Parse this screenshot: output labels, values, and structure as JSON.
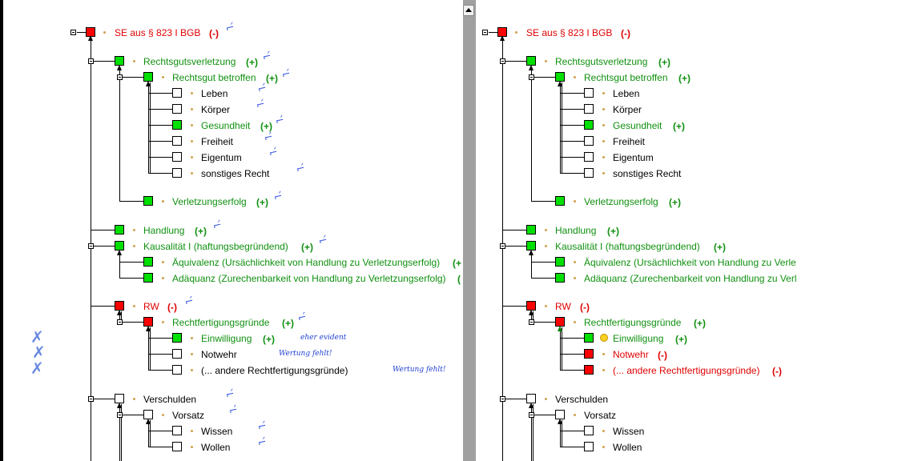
{
  "tree_left": {
    "root": {
      "label": "SE aus § 823 I BGB",
      "mark": "(-)"
    },
    "rechtsgutsverletzung": {
      "label": "Rechtsgutsverletzung",
      "mark": "(+)"
    },
    "rechtsgut_betroffen": {
      "label": "Rechtsgut betroffen",
      "mark": "(+)"
    },
    "leben": {
      "label": "Leben"
    },
    "koerper": {
      "label": "Körper"
    },
    "gesundheit": {
      "label": "Gesundheit",
      "mark": "(+)"
    },
    "freiheit": {
      "label": "Freiheit"
    },
    "eigentum": {
      "label": "Eigentum"
    },
    "sonstiges": {
      "label": "sonstiges Recht"
    },
    "verletzungserfolg": {
      "label": "Verletzungserfolg",
      "mark": "(+)"
    },
    "handlung": {
      "label": "Handlung",
      "mark": "(+)"
    },
    "kausalitaet": {
      "label": "Kausalität I (haftungsbegründend)",
      "mark": "(+)"
    },
    "aequivalenz": {
      "label": "Äquivalenz (Ursächlichkeit von Handlung zu Verletzungserfolg)",
      "mark": "(+"
    },
    "adaequanz": {
      "label": "Adäquanz (Zurechenbarkeit von Handlung zu Verletzungserfolg)",
      "mark": "("
    },
    "rw": {
      "label": "RW",
      "mark": "(-)"
    },
    "rechtfertigungsgruende": {
      "label": "Rechtfertigungsgründe",
      "mark": "(+)"
    },
    "einwilligung": {
      "label": "Einwilligung",
      "mark": "(+)"
    },
    "notwehr": {
      "label": "Notwehr"
    },
    "andere": {
      "label": "(... andere Rechtfertigungsgründe)"
    },
    "verschulden": {
      "label": "Verschulden"
    },
    "vorsatz": {
      "label": "Vorsatz"
    },
    "wissen": {
      "label": "Wissen"
    },
    "wollen": {
      "label": "Wollen"
    },
    "notes": {
      "eher_evident": "eher evident",
      "wertung_fehlt_1": "Wertung fehlt!",
      "wertung_fehlt_2": "Wertung fehlt!"
    }
  },
  "tree_right": {
    "root": {
      "label": "SE aus § 823 I BGB",
      "mark": "(-)"
    },
    "rechtsgutsverletzung": {
      "label": "Rechtsgutsverletzung",
      "mark": "(+)"
    },
    "rechtsgut_betroffen": {
      "label": "Rechtsgut betroffen",
      "mark": "(+)"
    },
    "leben": {
      "label": "Leben"
    },
    "koerper": {
      "label": "Körper"
    },
    "gesundheit": {
      "label": "Gesundheit",
      "mark": "(+)"
    },
    "freiheit": {
      "label": "Freiheit"
    },
    "eigentum": {
      "label": "Eigentum"
    },
    "sonstiges": {
      "label": "sonstiges Recht"
    },
    "verletzungserfolg": {
      "label": "Verletzungserfolg",
      "mark": "(+)"
    },
    "handlung": {
      "label": "Handlung",
      "mark": "(+)"
    },
    "kausalitaet": {
      "label": "Kausalität I (haftungsbegründend)",
      "mark": "(+)"
    },
    "aequivalenz": {
      "label": "Äquivalenz (Ursächlichkeit von Handlung zu Verle"
    },
    "adaequanz": {
      "label": "Adäquanz (Zurechenbarkeit von Handlung zu Verl"
    },
    "rw": {
      "label": "RW",
      "mark": "(-)"
    },
    "rechtfertigungsgruende": {
      "label": "Rechtfertigungsgründe",
      "mark": "(+)"
    },
    "einwilligung": {
      "label": "Einwilligung",
      "mark": "(+)"
    },
    "notwehr": {
      "label": "Notwehr",
      "mark": "(-)"
    },
    "andere": {
      "label": "(... andere Rechtfertigungsgründe)",
      "mark": "(-)"
    },
    "verschulden": {
      "label": "Verschulden"
    },
    "vorsatz": {
      "label": "Vorsatz"
    },
    "wissen": {
      "label": "Wissen"
    },
    "wollen": {
      "label": "Wollen"
    }
  },
  "colors": {
    "green": "#00e000",
    "red": "#ff0000",
    "label_green": "#109010",
    "label_red": "#e00000",
    "annotation_blue": "#3050e0",
    "bullet": "#d2a050"
  },
  "icons": {
    "status_box": "square",
    "toggle": "collapse-box",
    "link_arrow": "up-arrow",
    "checkmark": "pen-checkmark",
    "cross": "pen-cross",
    "dot": "yellow-circle"
  }
}
